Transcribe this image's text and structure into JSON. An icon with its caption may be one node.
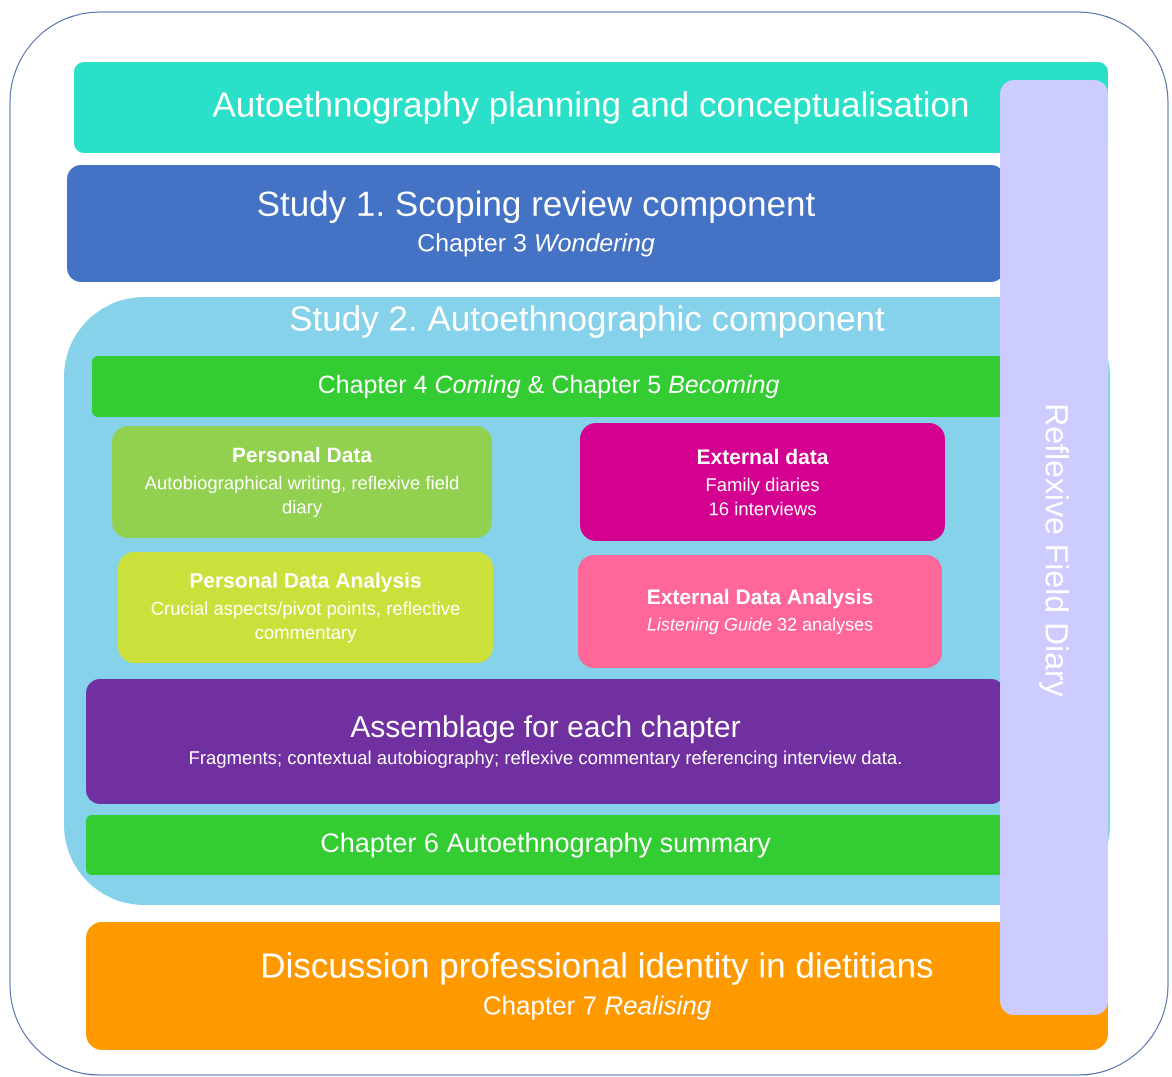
{
  "diagram": {
    "nodes": [
      {
        "text": [],
        "shape": "box"
      },
      {
        "text": [
          "Autoethnography planning and conceptualisation"
        ],
        "in": 0
      },
      {
        "text": [
          "Study 1. Scoping review component",
          "Chapter 3 *Wondering*"
        ],
        "in": 0
      },
      {
        "text": [
          "Study 2. Autoethnographic component"
        ],
        "in": 0
      },
      {
        "text": [
          "Chapter 4 *Coming* & Chapter 5 *Becoming*"
        ],
        "in": 3
      },
      {
        "text": [
          "Personal Data",
          "Autobiographical writing, reflexive field diary"
        ],
        "in": 3
      },
      {
        "text": [
          "External data",
          "Family diaries",
          "16 interviews"
        ],
        "in": 3
      },
      {
        "text": [
          "Personal Data Analysis",
          "Crucial aspects/pivot points, reflective commentary"
        ],
        "in": 3
      },
      {
        "text": [
          "External Data Analysis",
          "*Listening Guide* 32 analyses"
        ],
        "in": 3
      },
      {
        "text": [
          "Assemblage for each chapter",
          "Fragments; contextual autobiography; reflexive commentary referencing interview data."
        ],
        "in": 3
      },
      {
        "text": [
          "Chapter 6 Autoethnography summary"
        ],
        "in": 3
      },
      {
        "text": [
          "Discussion professional identity in dietitians",
          "Chapter 7 *Realising*"
        ],
        "in": 0
      },
      {
        "text": [
          "Reflexive Field Diary"
        ],
        "in": 0
      }
    ]
  }
}
